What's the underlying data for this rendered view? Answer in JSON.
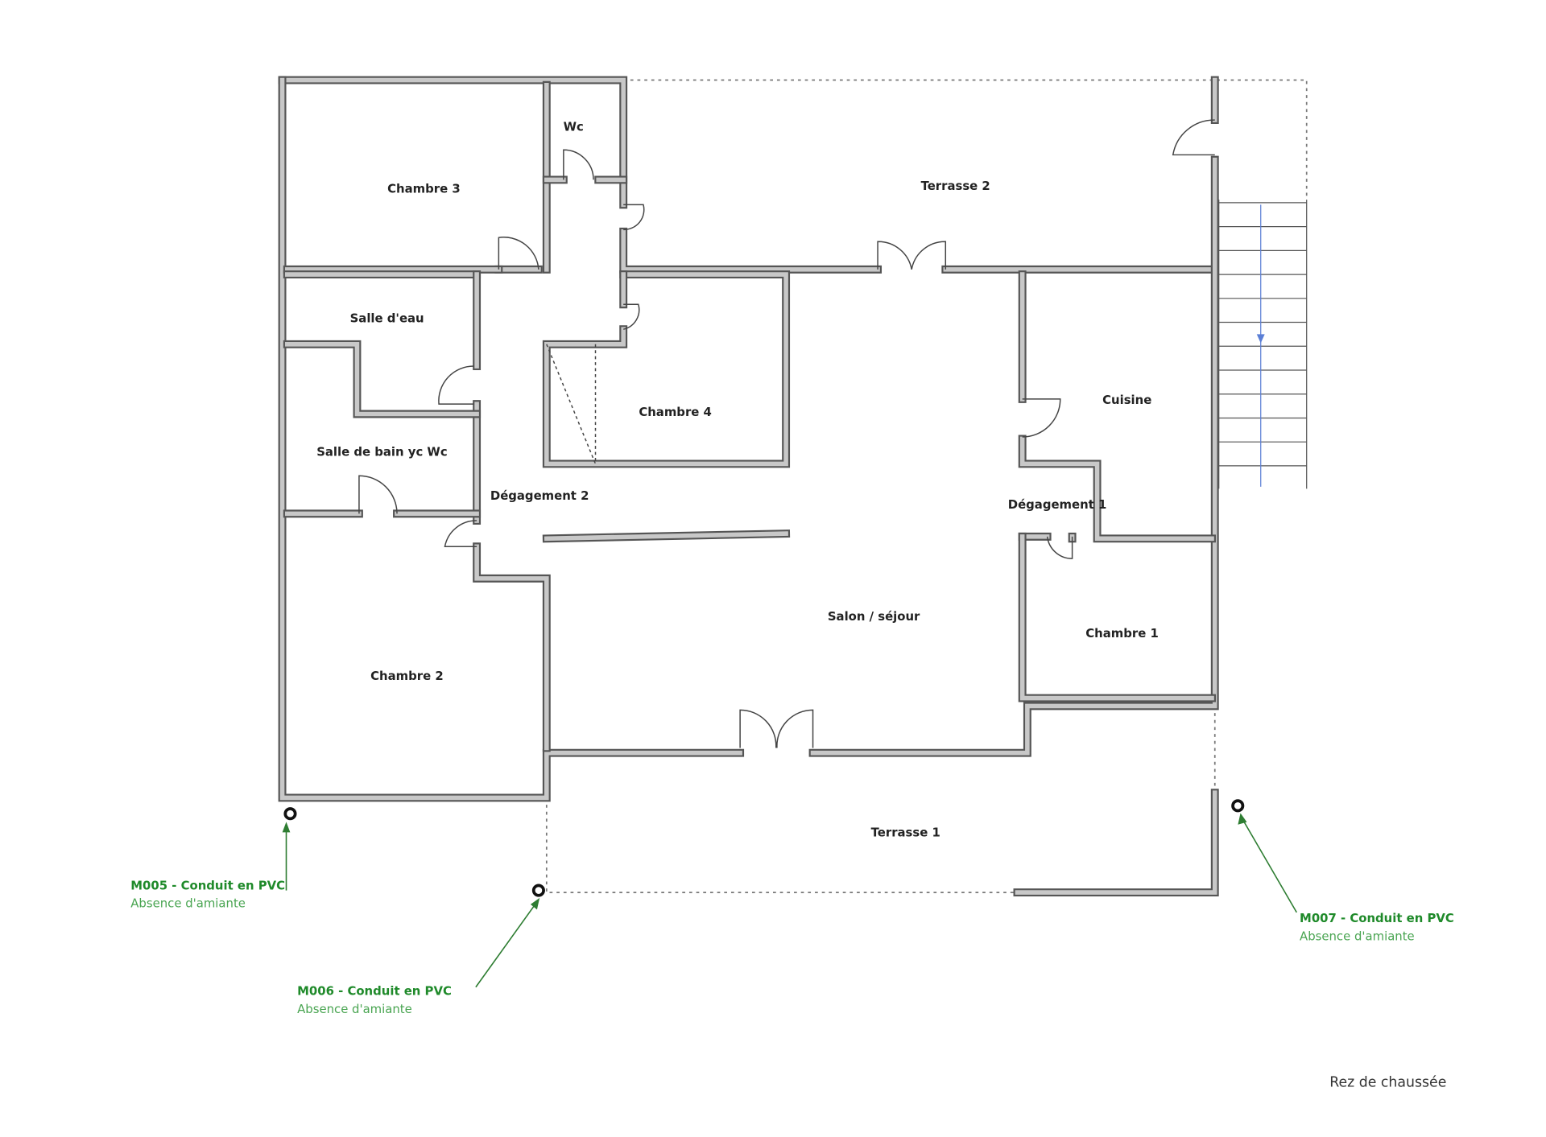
{
  "plan": {
    "caption": "Rez de chaussée",
    "rooms": {
      "chambre3": "Chambre 3",
      "wc": "Wc",
      "terrasse2": "Terrasse 2",
      "salle_eau": "Salle d'eau",
      "chambre4": "Chambre 4",
      "cuisine": "Cuisine",
      "salle_bain": "Salle de bain yc Wc",
      "degagement2": "Dégagement 2",
      "degagement1": "Dégagement 1",
      "salon": "Salon / séjour",
      "chambre1": "Chambre 1",
      "chambre2": "Chambre 2",
      "terrasse1": "Terrasse 1"
    },
    "annotations": [
      {
        "title": "M005 - Conduit en PVC",
        "result": "Absence d'amiante"
      },
      {
        "title": "M006 - Conduit en PVC",
        "result": "Absence d'amiante"
      },
      {
        "title": "M007 - Conduit en PVC",
        "result": "Absence d'amiante"
      }
    ],
    "colors": {
      "annotation": "#1f8a2a",
      "wall": "#c8c8c8",
      "stair_arrow": "#5b7fd6"
    }
  }
}
